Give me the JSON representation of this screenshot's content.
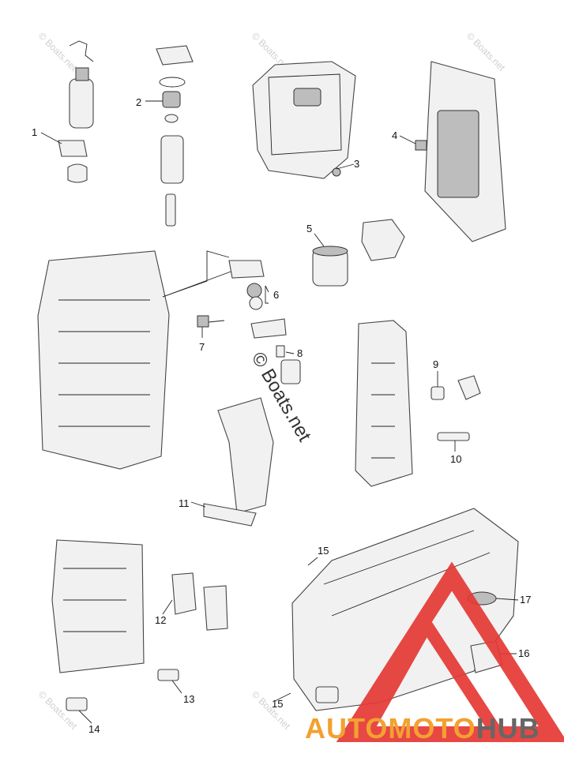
{
  "callouts": [
    "1",
    "2",
    "3",
    "4",
    "5",
    "6",
    "7",
    "8",
    "9",
    "10",
    "11",
    "12",
    "13",
    "14",
    "15",
    "15",
    "16",
    "17"
  ],
  "watermark": {
    "text": "© Boats.net",
    "center_text": "© Boats.net"
  },
  "logo": {
    "left": "AUTO",
    "mid": "MOTO",
    "right": "HUB",
    "colors": {
      "orange": "#f39a1e",
      "dark": "#5a5a5a",
      "red": "#e53935"
    }
  }
}
